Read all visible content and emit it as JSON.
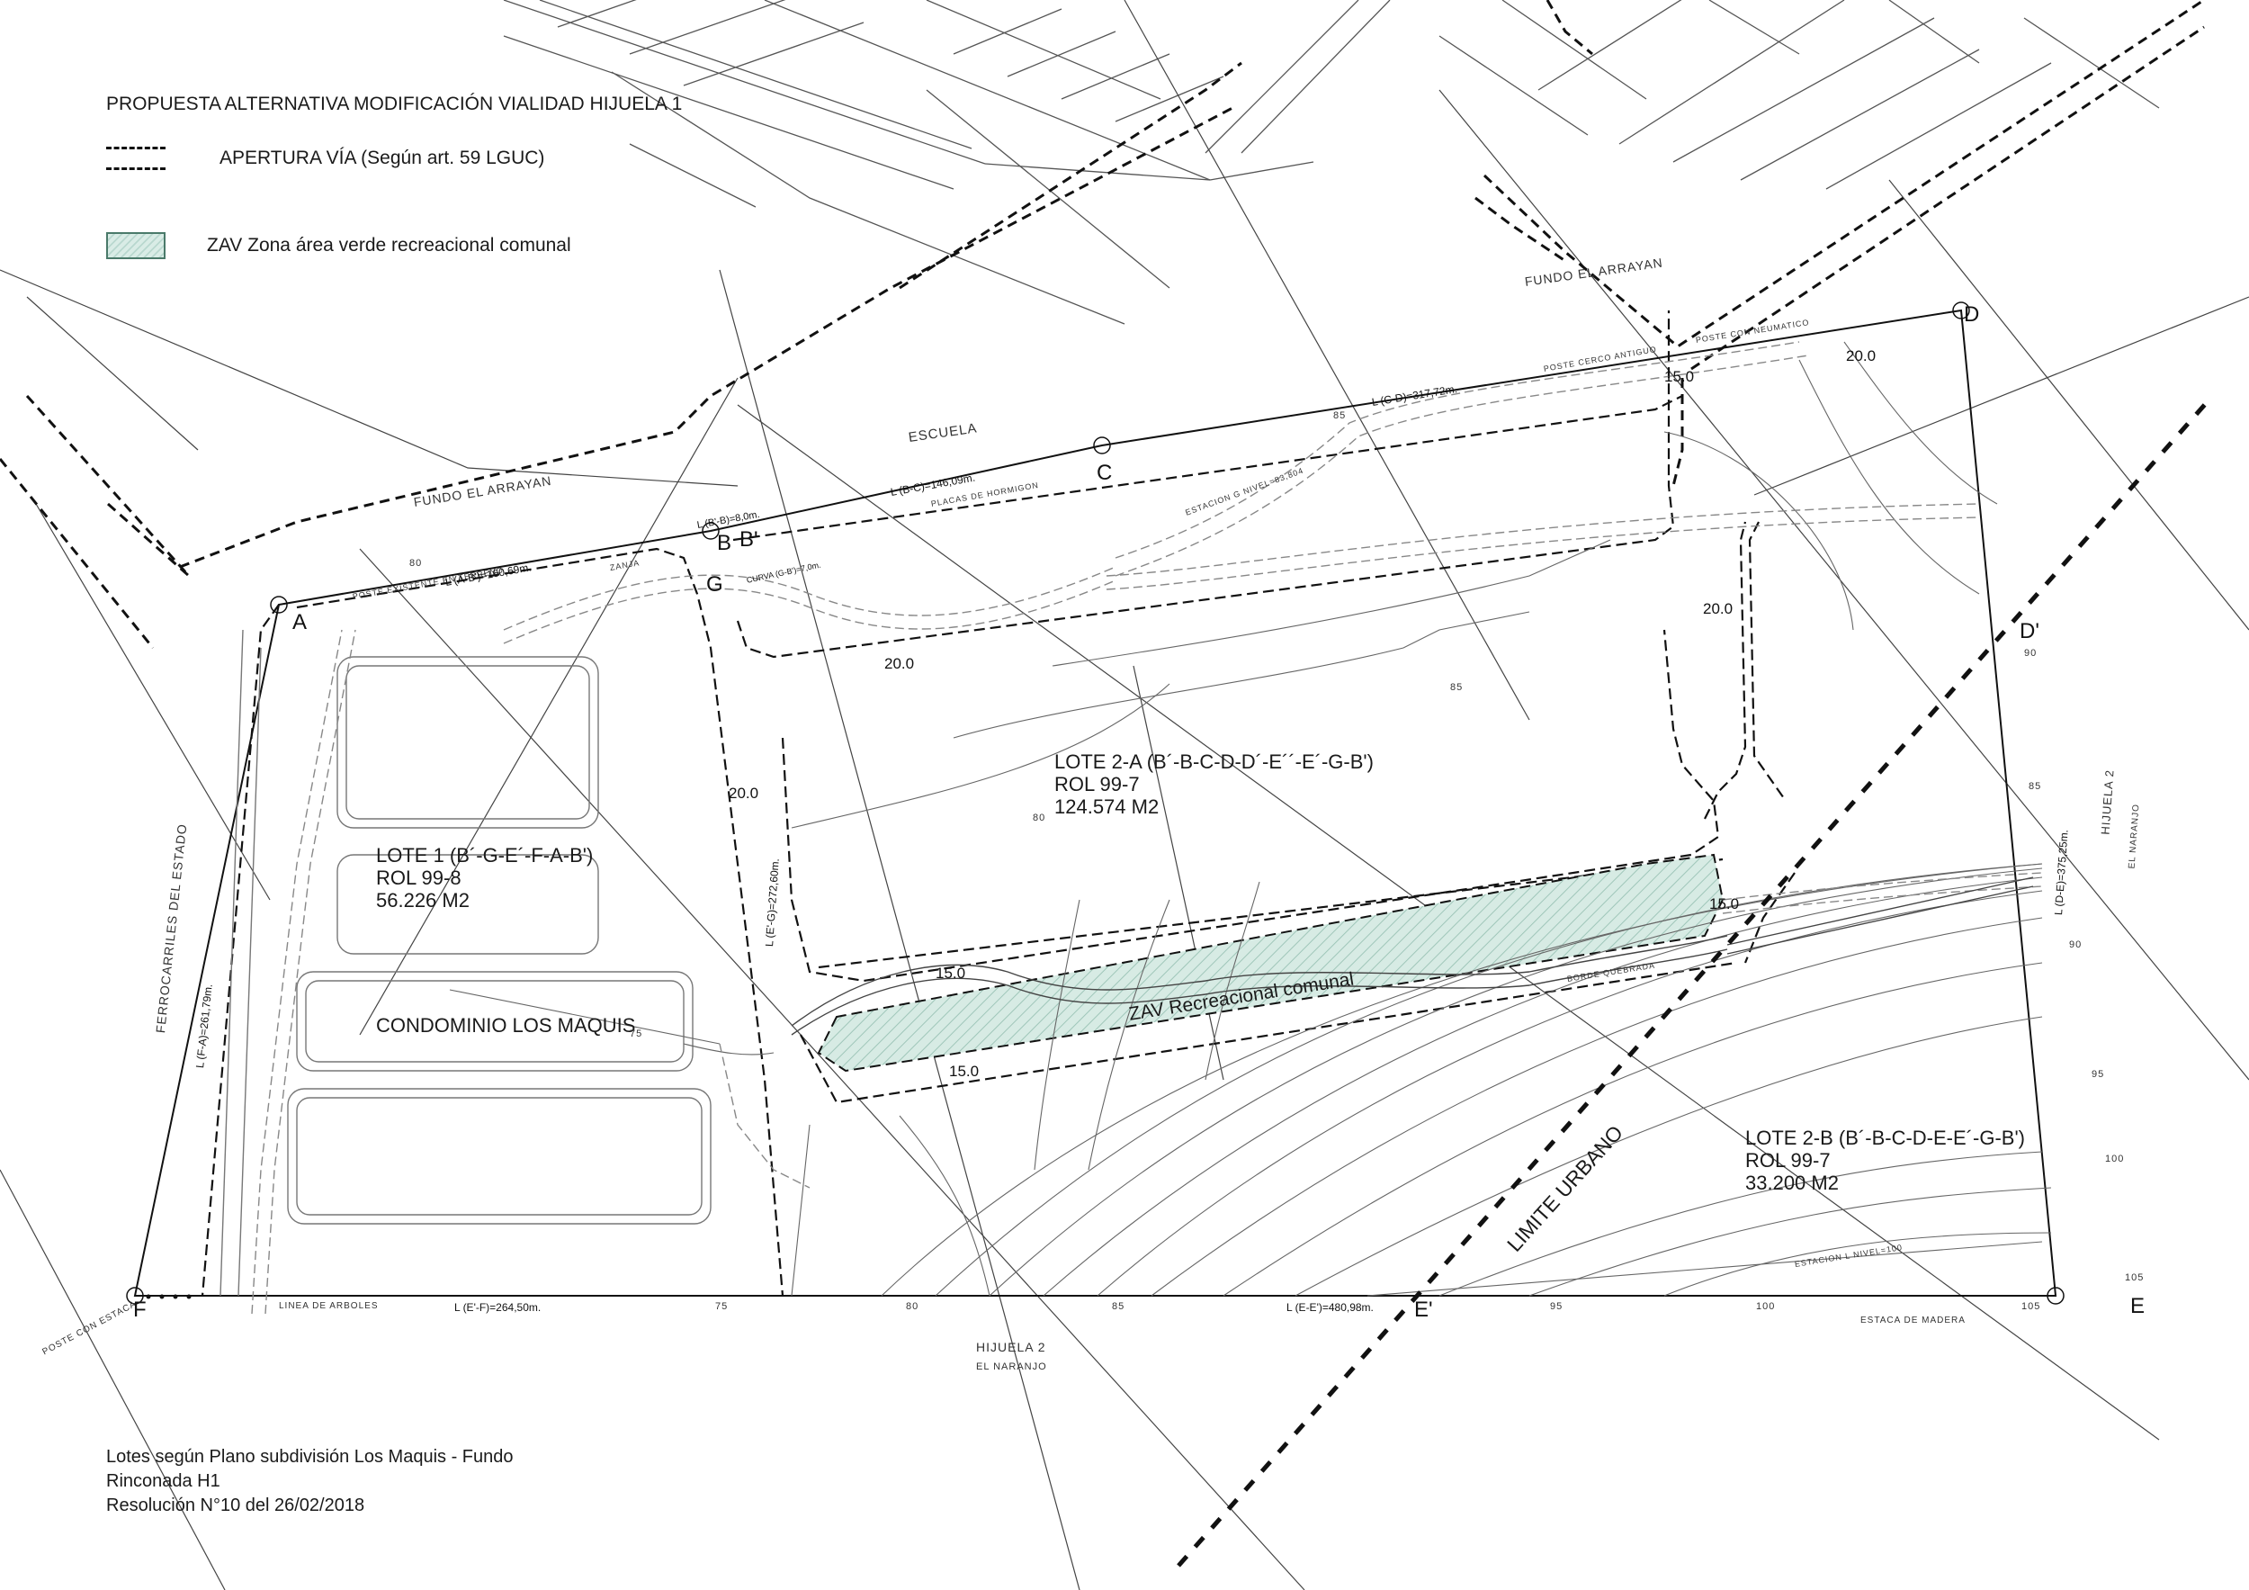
{
  "legend": {
    "title": "PROPUESTA ALTERNATIVA MODIFICACIÓN VIALIDAD HIJUELA 1",
    "opening_road": "APERTURA VÍA (Según art. 59 LGUC)",
    "zav": "ZAV Zona área verde recreacional comunal",
    "zav_color": "#c7e3da"
  },
  "lots": {
    "lote1": {
      "name": "LOTE 1 (B´-G-E´-F-A-B')",
      "rol": "ROL 99-8",
      "area": "56.226 M2"
    },
    "lote2a": {
      "name": "LOTE 2-A (B´-B-C-D-D´-E´´-E´-G-B')",
      "rol": "ROL 99-7",
      "area": "124.574 M2"
    },
    "lote2b": {
      "name": "LOTE 2-B (B´-B-C-D-E-E´-G-B')",
      "rol": "ROL 99-7",
      "area": "33.200 M2"
    }
  },
  "places": {
    "condominio": "CONDOMINIO LOS MAQUIS",
    "zav_label": "ZAV  Recreacional comunal",
    "limite": "LIMITE URBANO",
    "escuela": "ESCUELA",
    "fundo_arrayan_1": "FUNDO  EL  ARRAYAN",
    "fundo_arrayan_2": "FUNDO  EL  ARRAYAN",
    "hijuela2_bottom": "HIJUELA  2",
    "naranjo_bottom": "EL  NARANJO",
    "hijuela2_right": "HIJUELA  2",
    "naranjo_right": "EL  NARANJO",
    "ferrocarriles": "FERROCARRILES  DEL  ESTADO",
    "linea_arboles": "LINEA  DE  ARBOLES",
    "poste_estaca": "POSTE  CON  ESTACA",
    "estaca_madera": "ESTACA  DE  MADERA",
    "borde_quebrada": "BORDE  QUEBRADA",
    "placas": "PLACAS  DE  HORMIGON",
    "poste_terreno": "POSTE  EXISTENTE  EN  TERRENO",
    "zanja": "ZANJA",
    "poste_cerco": "POSTE  CERCO  ANTIGUO",
    "poste_neumatico": "POSTE  CON  NEUMATICO",
    "estacion_85": "ESTACION  G  NIVEL=83,804",
    "estacion_100": "ESTACION  L  NIVEL=100"
  },
  "dimensions": {
    "ab": "L (A-B')=160,69m.",
    "bb": "L (B'-B)=8,0m.",
    "bc": "L (B-C)=146,09m.",
    "cd": "L (C-D)=317,72m.",
    "de": "L (D-E)=375,25m.",
    "ee": "L (E-E')=480,98m.",
    "ef": "L (E'-F)=264,50m.",
    "fa": "L (F-A)=261,79m.",
    "eg": "L (E'-G)=272,60m.",
    "curva": "CURVA  (G-B')=7,0m.",
    "w20a": "20.0",
    "w20b": "20.0",
    "w20c": "20.0",
    "w20d": "20.0",
    "w15a": "15.0",
    "w15b": "15.0",
    "w15c": "15.0",
    "w15d": "15.0"
  },
  "vertices": {
    "A": "A",
    "B": "B",
    "Bp": "B'",
    "C": "C",
    "D": "D",
    "Dp": "D'",
    "E": "E",
    "Ep": "E'",
    "F": "F",
    "G": "G"
  },
  "contours": [
    "75",
    "75",
    "80",
    "85",
    "80",
    "85",
    "90",
    "95",
    "100",
    "105",
    "85",
    "80",
    "85",
    "90",
    "95",
    "100",
    "105"
  ],
  "footer": {
    "line1": "Lotes según Plano subdivisión Los Maquis - Fundo",
    "line2": "Rinconada H1",
    "line3": "Resolución N°10 del 26/02/2018"
  }
}
